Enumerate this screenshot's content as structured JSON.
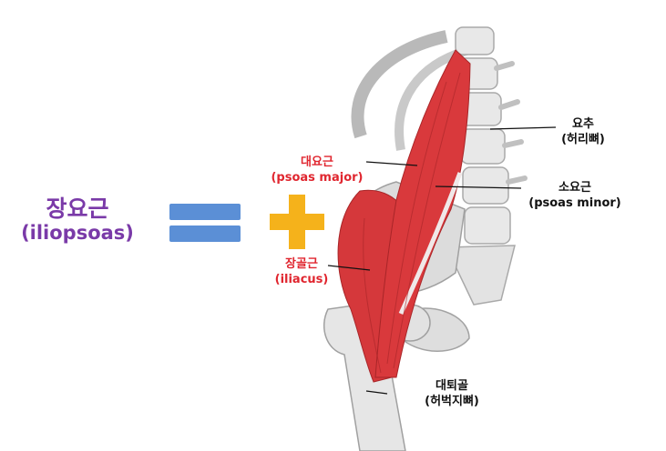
{
  "left_title": {
    "korean": "장요근",
    "english": "(iliopsoas)"
  },
  "equals_sign": {
    "color": "#5b8fd6"
  },
  "plus_sign": {
    "color": "#f5b21b"
  },
  "labels": {
    "psoas_major": {
      "korean": "대요근",
      "english": "(psoas major)",
      "color": "#e0262f"
    },
    "iliacus": {
      "korean": "장골근",
      "english": "(iliacus)",
      "color": "#e0262f"
    },
    "lumbar": {
      "korean": "요추",
      "korean_sub": "(허리뼈)"
    },
    "psoas_minor": {
      "korean": "소요근",
      "english": "(psoas minor)"
    },
    "femur": {
      "korean": "대퇴골",
      "korean_sub": "(허벅지뼈)"
    }
  },
  "colors": {
    "title": "#7a3aa8",
    "muscle": "#d8373a",
    "bone": "#e6e6e6"
  }
}
